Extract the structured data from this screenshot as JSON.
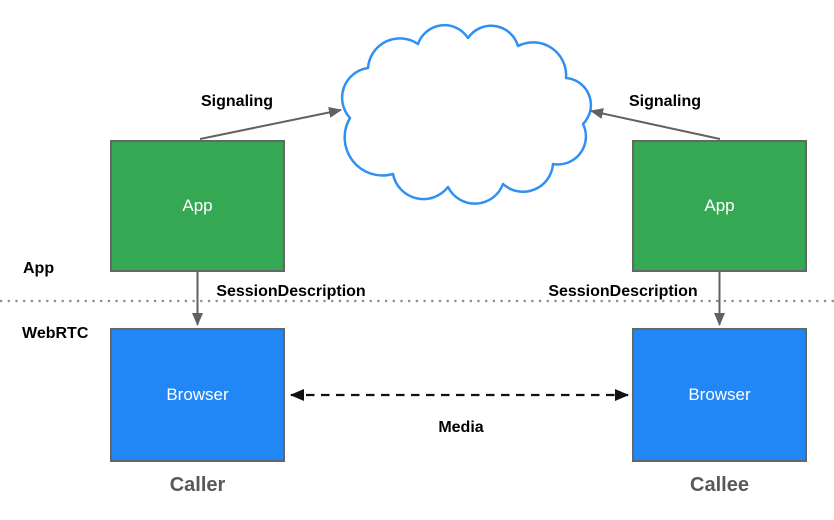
{
  "diagram": {
    "side_labels": {
      "top": "App",
      "bottom": "WebRTC"
    },
    "boxes": {
      "caller_app": "App",
      "callee_app": "App",
      "caller_browser": "Browser",
      "callee_browser": "Browser"
    },
    "arrows": {
      "signaling_left": "Signaling",
      "signaling_right": "Signaling",
      "session_description_left": "SessionDescription",
      "session_description_right": "SessionDescription",
      "media": "Media"
    },
    "captions": {
      "caller": "Caller",
      "callee": "Callee"
    },
    "icons": {
      "cloud": "cloud-signaling-network-icon"
    },
    "colors": {
      "app_box": "#35a854",
      "browser_box": "#2187f6",
      "cloud_stroke": "#2e90f4",
      "box_border": "#666666",
      "arrow": "#616161",
      "media_arrow": "#111111",
      "divider": "#8a8a8a",
      "caption_text": "#595959",
      "label_text": "#000000",
      "box_text": "#ffffff"
    }
  }
}
